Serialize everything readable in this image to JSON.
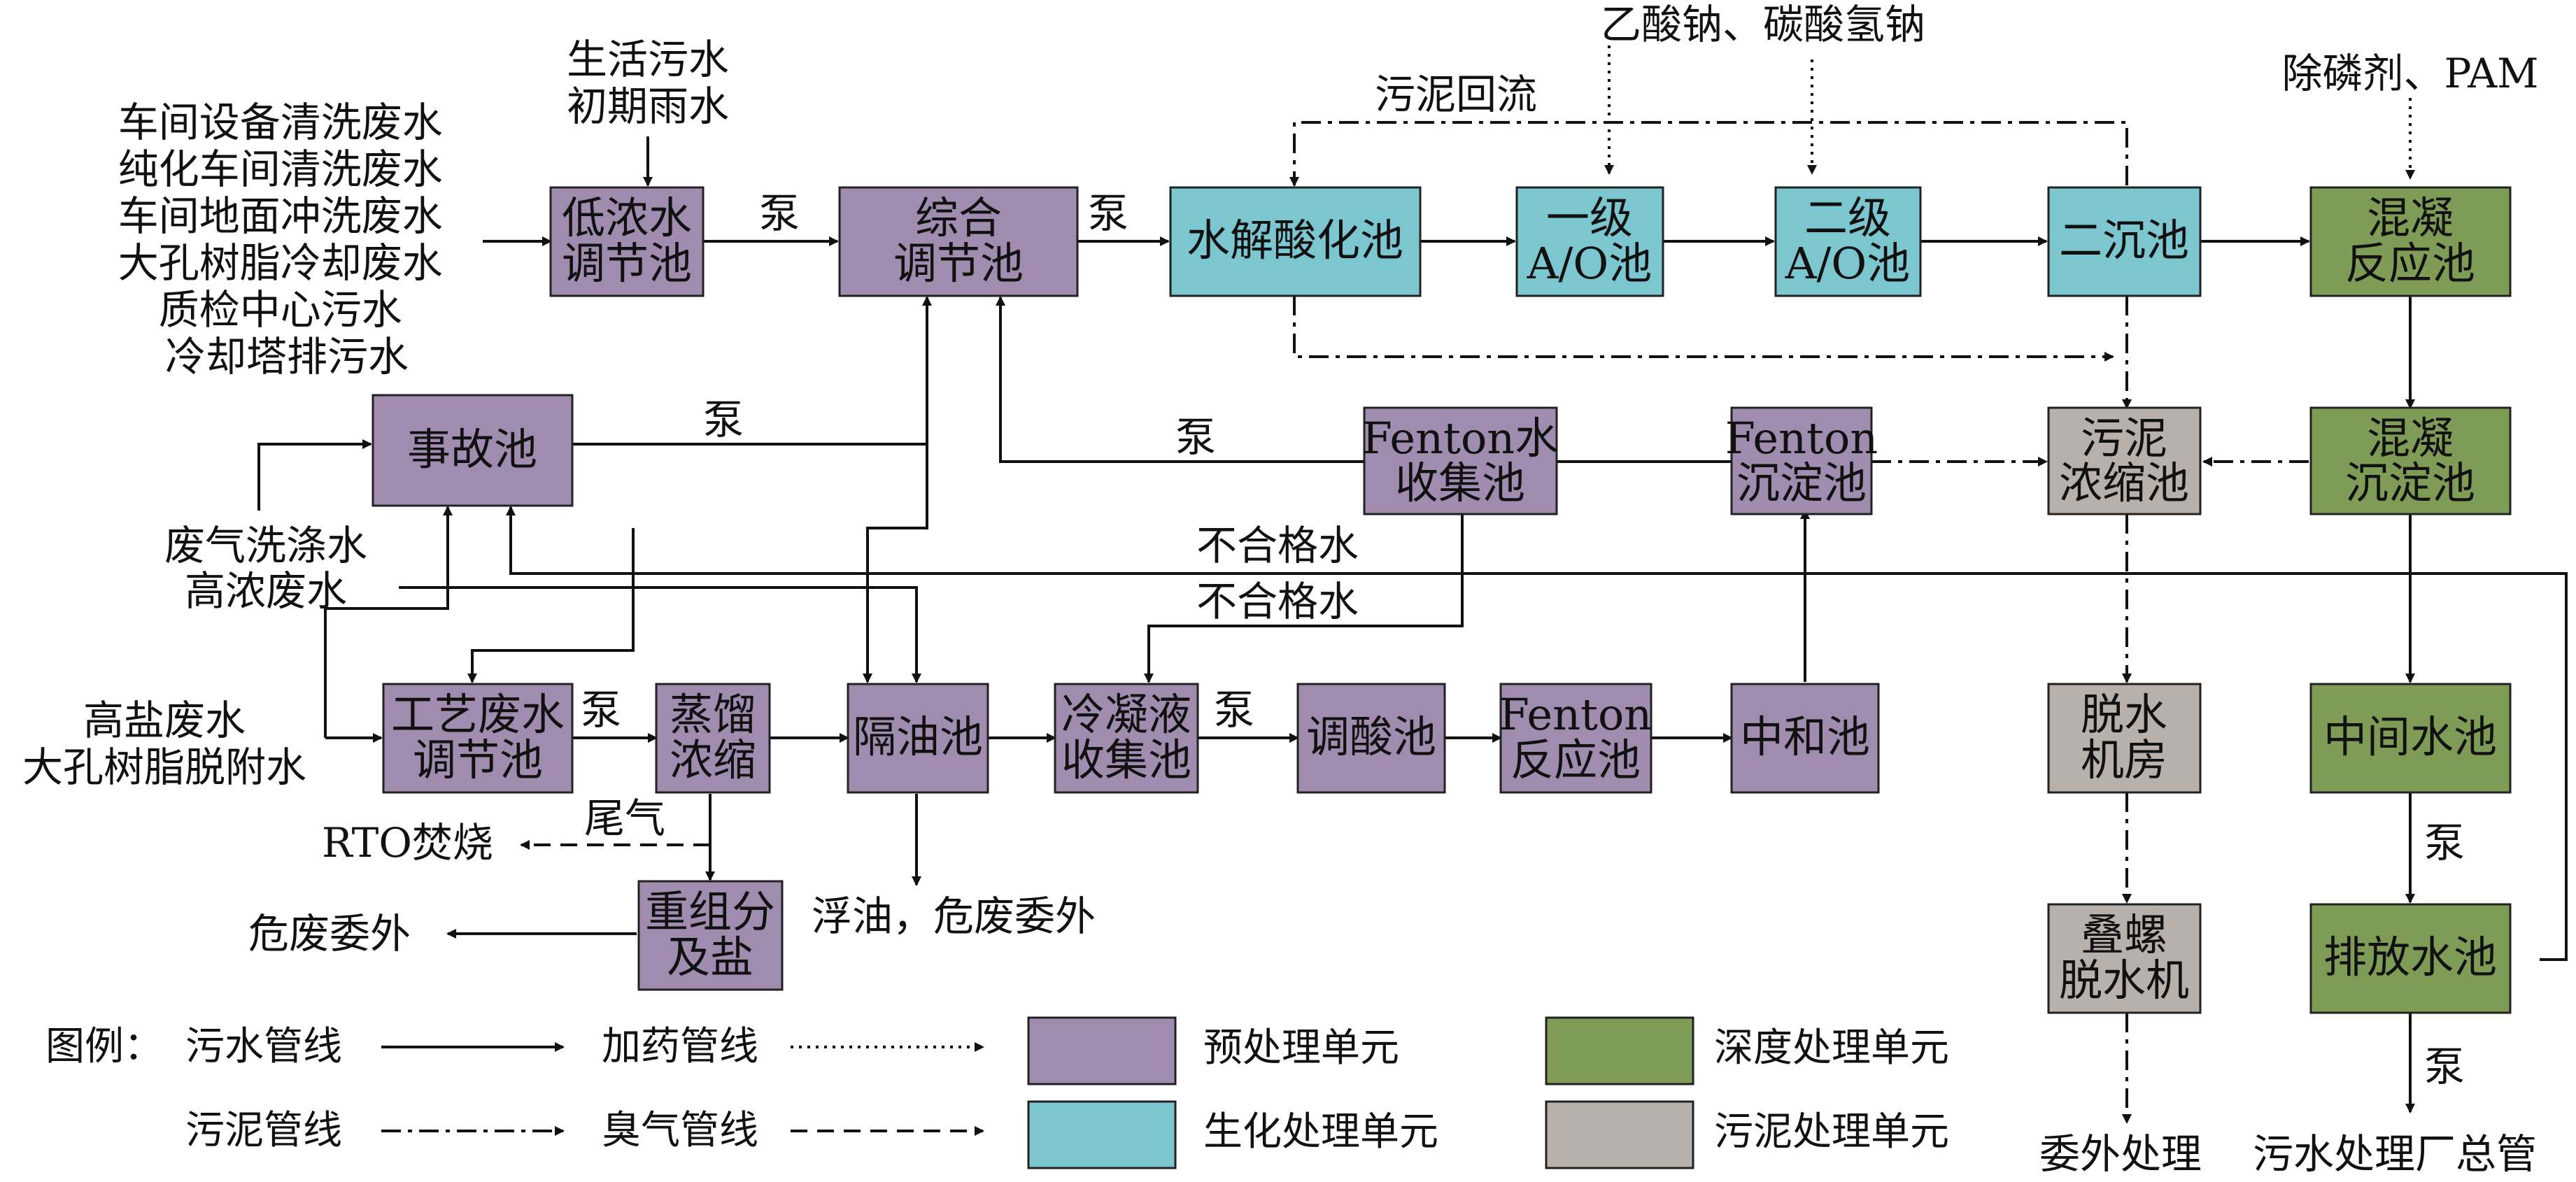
{
  "colors": {
    "pretreatment": "#a08cae",
    "biochemical": "#7cc6cf",
    "advanced": "#7f9c57",
    "sludge": "#b8b1ab",
    "line": "#111111"
  },
  "units": {
    "low_conc_tank": [
      "低浓水",
      "调节池"
    ],
    "comprehensive_tank": [
      "综合",
      "调节池"
    ],
    "hydrolysis_tank": [
      "水解酸化池"
    ],
    "ao1": [
      "一级",
      "A/O池"
    ],
    "ao2": [
      "二级",
      "A/O池"
    ],
    "secondary_clarifier": [
      "二沉池"
    ],
    "coag_reaction": [
      "混凝",
      "反应池"
    ],
    "accident_tank": [
      "事故池"
    ],
    "fenton_collect": [
      "Fenton水",
      "收集池"
    ],
    "fenton_settle": [
      "Fenton",
      "沉淀池"
    ],
    "sludge_thickener": [
      "污泥",
      "浓缩池"
    ],
    "coag_settle": [
      "混凝",
      "沉淀池"
    ],
    "process_tank": [
      "工艺废水",
      "调节池"
    ],
    "evaporation": [
      "蒸馏",
      "浓缩"
    ],
    "oil_separator": [
      "隔油池"
    ],
    "condensate_tank": [
      "冷凝液",
      "收集池"
    ],
    "acid_tank": [
      "调酸池"
    ],
    "fenton_reaction": [
      "Fenton",
      "反应池"
    ],
    "neutralization": [
      "中和池"
    ],
    "dewater_room": [
      "脱水",
      "机房"
    ],
    "intermediate_tank": [
      "中间水池"
    ],
    "heavy_salt": [
      "重组分",
      "及盐"
    ],
    "screw_press": [
      "叠螺",
      "脱水机"
    ],
    "discharge_tank": [
      "排放水池"
    ]
  },
  "inputs": {
    "domestic": [
      "生活污水",
      "初期雨水"
    ],
    "workshop": [
      "车间设备清洗废水",
      "纯化车间清洗废水",
      "车间地面冲洗废水",
      "大孔树脂冷却废水",
      "质检中心污水",
      "冷却塔排污水"
    ],
    "gas_washing": [
      "废气洗涤水",
      "高浓废水"
    ],
    "high_salt": [
      "高盐废水",
      "大孔树脂脱附水"
    ]
  },
  "chemicals": {
    "carbon_source": "乙酸钠、碳酸氢钠",
    "coagulant": "除磷剂、PAM"
  },
  "labels": {
    "pump": "泵",
    "sludge_return": "污泥回流",
    "unqualified_water": "不合格水",
    "tail_gas": "尾气",
    "rto": "RTO焚烧",
    "hazardous_waste": "危废委外",
    "floating_oil": "浮油，危废委外",
    "outsourced": "委外处理",
    "sewage_plant": "污水处理厂总管"
  },
  "legend": {
    "title": "图例：",
    "sewage_line": "污水管线",
    "dosing_line": "加药管线",
    "sludge_line": "污泥管线",
    "odor_line": "臭气管线",
    "pretreatment_unit": "预处理单元",
    "biochemical_unit": "生化处理单元",
    "advanced_unit": "深度处理单元",
    "sludge_unit": "污泥处理单元"
  }
}
